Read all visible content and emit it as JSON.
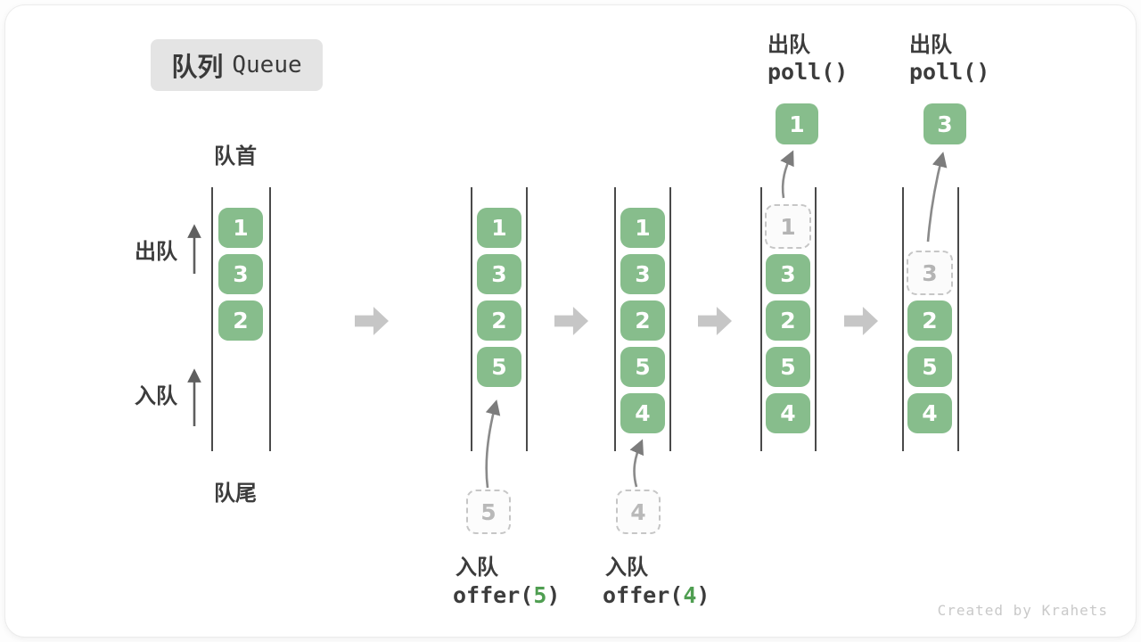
{
  "title": {
    "zh": "队列",
    "en": "Queue"
  },
  "labels": {
    "front": "队首",
    "rear": "队尾",
    "dequeue": "出队",
    "enqueue": "入队"
  },
  "columns": {
    "c1": {
      "cells": [
        "1",
        "3",
        "2"
      ]
    },
    "c2": {
      "cells": [
        "1",
        "3",
        "2",
        "5"
      ],
      "pending": "5"
    },
    "c3": {
      "cells": [
        "1",
        "3",
        "2",
        "5",
        "4"
      ],
      "pending": "4"
    },
    "c4": {
      "dashed": "1",
      "cells": [
        "3",
        "2",
        "5",
        "4"
      ],
      "out": "1"
    },
    "c5": {
      "dashed": "3",
      "cells": [
        "2",
        "5",
        "4"
      ],
      "out": "3"
    }
  },
  "operations": {
    "enqueue5": {
      "label": "入队",
      "fn": "offer(",
      "arg": "5",
      "close": ")"
    },
    "enqueue4": {
      "label": "入队",
      "fn": "offer(",
      "arg": "4",
      "close": ")"
    },
    "dequeue1": {
      "label": "出队",
      "code": "poll()"
    },
    "dequeue2": {
      "label": "出队",
      "code": "poll()"
    }
  },
  "colors": {
    "box_green": "#87bd8c",
    "code_arg_green": "#4f9e51",
    "block_arrow_gray": "#c6c6c6",
    "badge_bg": "#e4e4e4",
    "text_dark": "#3c3c3c",
    "dashed_gray": "#c6c6c6",
    "curve_arrow_gray": "#8a8a8a",
    "watermark_gray": "#c9c9c9"
  },
  "watermark": "Created by Krahets"
}
